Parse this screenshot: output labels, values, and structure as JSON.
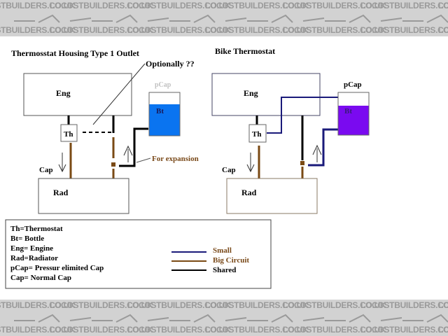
{
  "watermark": {
    "text": "LOCOSTBUILDERS.CO.UK",
    "color": "#9a9a9a",
    "background": "#d2d2d2"
  },
  "diagram_left": {
    "title": "Thermosstat Housing Type 1 Outlet",
    "engine_label": "Eng",
    "thermostat_label": "Th",
    "radiator_label": "Rad",
    "cap_label": "Cap",
    "bottle_cap_label": "pCap",
    "bottle_label": "Bt",
    "bottle_color": "#0a74f0",
    "annotation_optional": "Optionally ??",
    "annotation_expansion": "For expansion"
  },
  "diagram_right": {
    "title": "Bike Thermostat",
    "engine_label": "Eng",
    "thermostat_label": "Th",
    "radiator_label": "Rad",
    "cap_label": "Cap",
    "bottle_cap_label": "pCap",
    "bottle_label": "Bt",
    "bottle_color": "#7a0af0"
  },
  "legend": {
    "definitions": [
      "Th=Thermostat",
      "Bt= Bottle",
      "Eng= Engine",
      "Rad=Radiator",
      "pCap= Pressur elimited Cap",
      "Cap= Normal Cap"
    ],
    "lines": [
      {
        "label": "Small",
        "color": "#1a1a7a",
        "text_color": "#7a4a1a"
      },
      {
        "label": "Big Circuit",
        "color": "#7a4a14",
        "text_color": "#7a4a1a"
      },
      {
        "label": "Shared",
        "color": "#000000",
        "text_color": "#000000"
      }
    ]
  },
  "colors": {
    "small_circuit": "#1a1a7a",
    "big_circuit": "#7a4a14",
    "shared": "#000000"
  }
}
